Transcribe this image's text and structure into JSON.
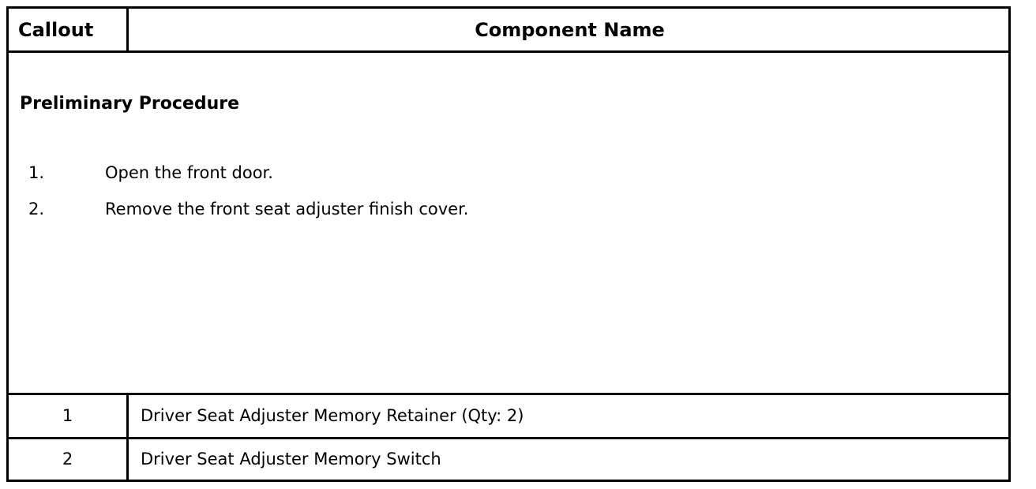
{
  "table": {
    "columns": [
      {
        "key": "callout",
        "header": "Callout",
        "align": "left"
      },
      {
        "key": "component_name",
        "header": "Component Name",
        "align": "center"
      }
    ],
    "preliminary": {
      "title": "Preliminary Procedure",
      "steps": [
        {
          "marker": "1.",
          "text": "Open the front door."
        },
        {
          "marker": "2.",
          "text": "Remove the front seat adjuster finish cover."
        }
      ]
    },
    "rows": [
      {
        "callout": "1",
        "component_name": "Driver Seat Adjuster Memory Retainer (Qty: 2)"
      },
      {
        "callout": "2",
        "component_name": "Driver Seat Adjuster Memory Switch"
      }
    ]
  },
  "style": {
    "border_color": "#000000",
    "background_color": "#FFFFFF",
    "text_color": "#000000"
  }
}
